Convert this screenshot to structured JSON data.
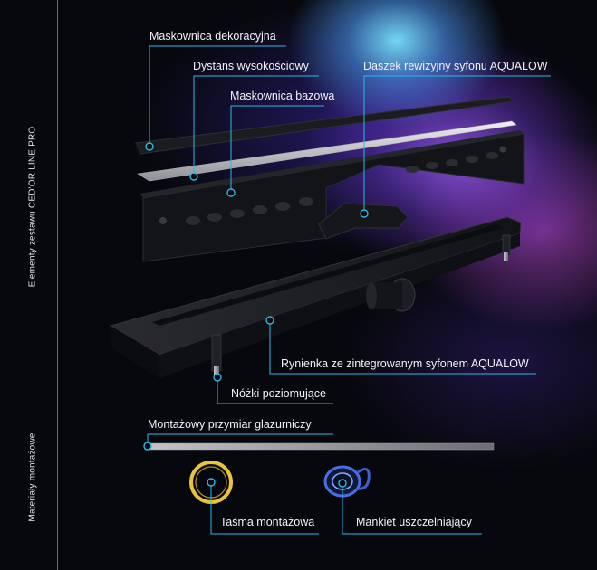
{
  "side_labels": {
    "elements": "Elementy zestawu CED'OR LINE PRO",
    "materials": "Materiały montażowe"
  },
  "callouts": {
    "maskownica_dekoracyjna": "Maskownica dekoracyjna",
    "dystans": "Dystans wysokościowy",
    "daszek": "Daszek rewizyjny syfonu AQUALOW",
    "maskownica_bazowa": "Maskownica bazowa",
    "rynienka": "Rynienka ze zintegrowanym syfonem AQUALOW",
    "nozki": "Nóżki poziomujące",
    "przymiar": "Montażowy przymiar glazurniczy",
    "tasma": "Taśma montażowa",
    "mankiet": "Mankiet uszczelniający"
  },
  "colors": {
    "accent": "#2bb8e6",
    "text": "#f2f2f7"
  }
}
